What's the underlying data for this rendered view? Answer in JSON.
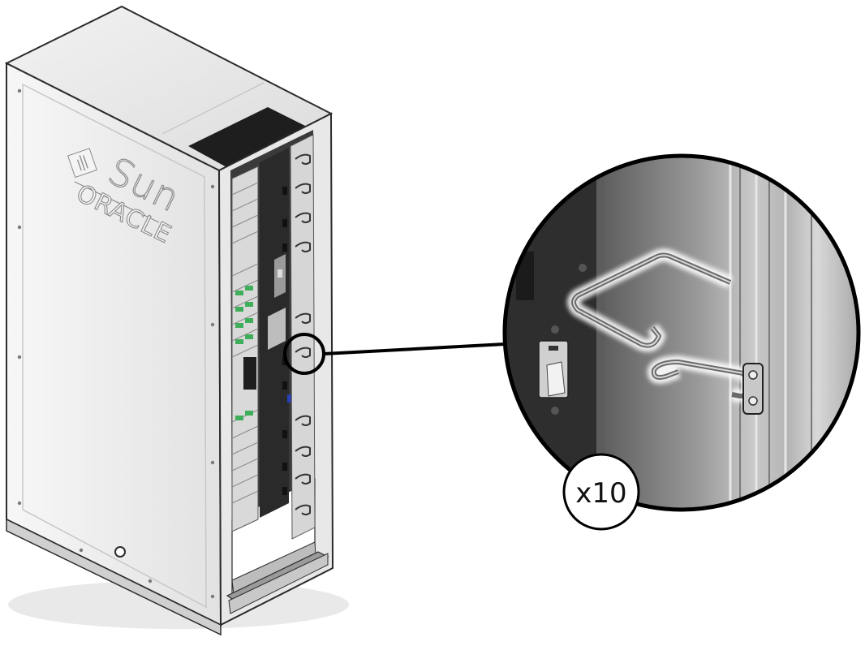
{
  "figure": {
    "brand_primary": "Sun",
    "brand_secondary": "ORACLE",
    "callout_quantity": "x10"
  },
  "colors": {
    "cabinet_side": "#ececec",
    "cabinet_outline": "#2b2b2b",
    "rail_dark": "#3a3a3a",
    "component_green": "#3fae5a",
    "component_blue": "#2a3fb0",
    "callout_outline": "#000000"
  },
  "icons": [
    "sun-logo-icon",
    "cable-hook-icon",
    "magnifier-callout-icon"
  ]
}
